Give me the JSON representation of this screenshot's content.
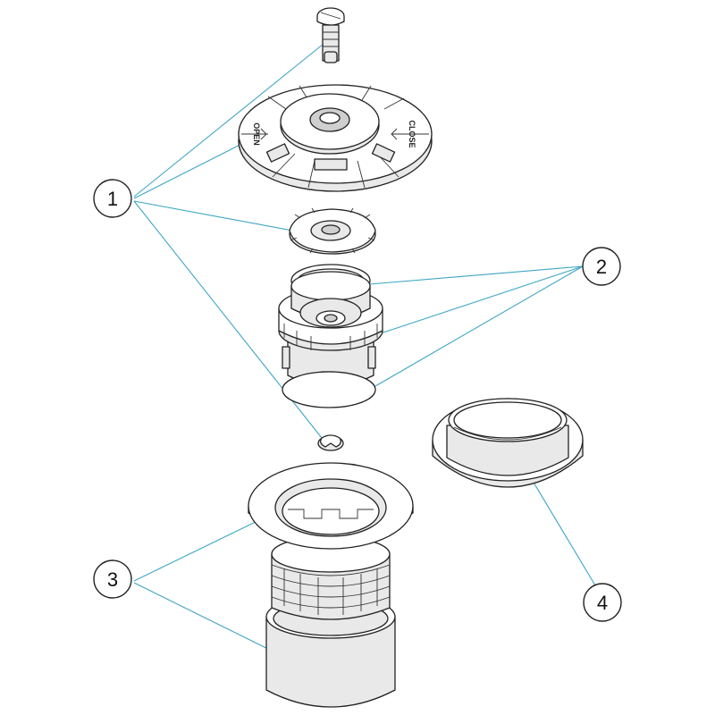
{
  "callouts": {
    "c1": "1",
    "c2": "2",
    "c3": "3",
    "c4": "4"
  },
  "cover_marks": {
    "left": "OPEN",
    "right": "CLOSE"
  },
  "colors": {
    "leader": "#3ea6c4",
    "outline": "#222222",
    "shade": "#e9e9e9"
  }
}
